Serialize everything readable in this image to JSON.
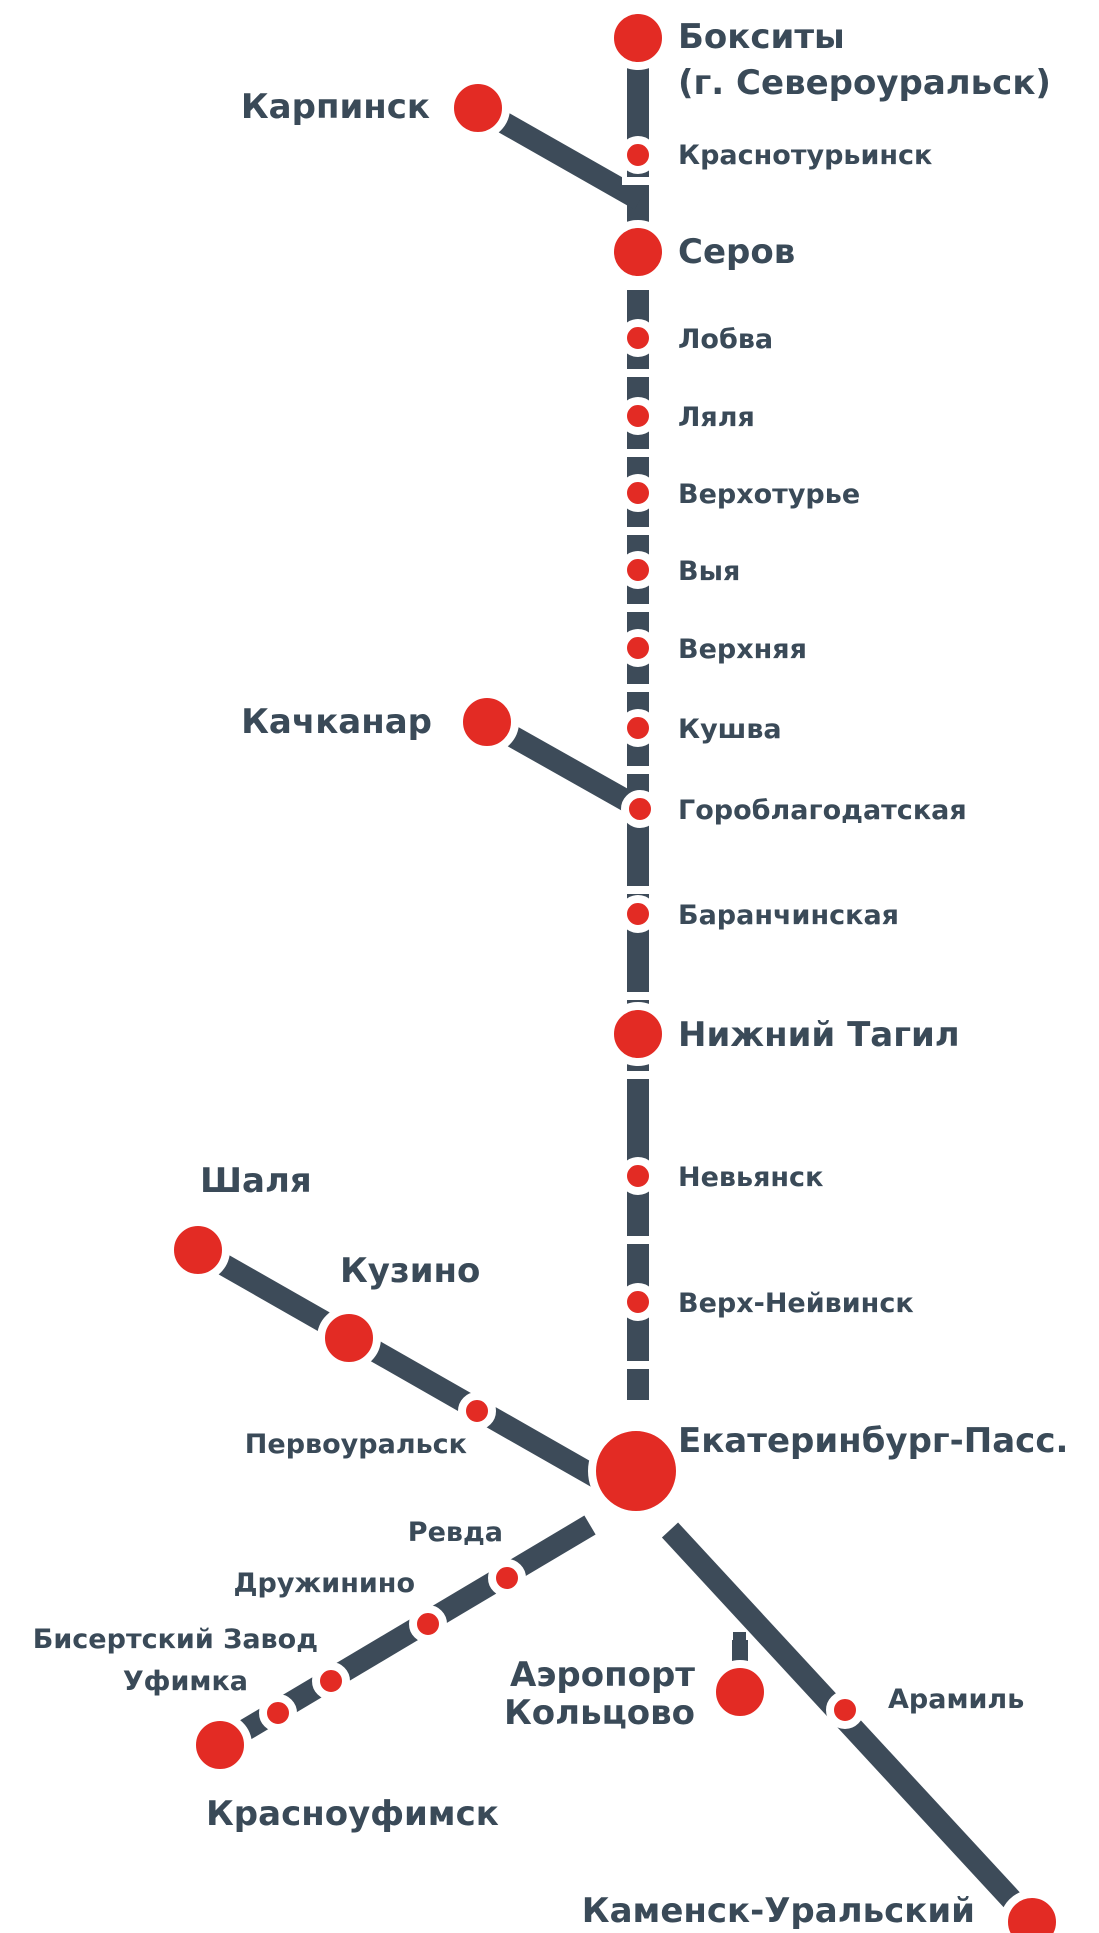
{
  "stations": {
    "boksity_1": "Бокситы",
    "boksity_2": "(г. Североуральск)",
    "karpinsk": "Карпинск",
    "krasnoturinsk": "Краснотурьинск",
    "serov": "Серов",
    "lobva": "Лобва",
    "lyalya": "Ляля",
    "verkhoturye": "Верхотурье",
    "vyya": "Выя",
    "verkhnyaya": "Верхняя",
    "kachkanar": "Качканар",
    "kushva": "Кушва",
    "goroblagodatskaya": "Гороблагодатская",
    "baranchinskaya": "Баранчинская",
    "nizhny_tagil": "Нижний Тагил",
    "nevyansk": "Невьянск",
    "shalya": "Шаля",
    "kuzino": "Кузино",
    "verkh_neyvinsk": "Верх-Нейвинск",
    "pervouralsk": "Первоуральск",
    "ekaterinburg": "Екатеринбург-Пасс.",
    "revda": "Ревда",
    "druzhinino": "Дружинино",
    "bisertsky": "Бисертский Завод",
    "ufimka": "Уфимка",
    "aeroport_1": "Аэропорт",
    "aeroport_2": "Кольцово",
    "aramil": "Арамиль",
    "krasnoufimsk": "Красноуфимск",
    "kamensk": "Каменск-Уральский"
  },
  "colors": {
    "line": "#3d4b59",
    "station": "#e32b24",
    "text": "#3a4a58"
  }
}
